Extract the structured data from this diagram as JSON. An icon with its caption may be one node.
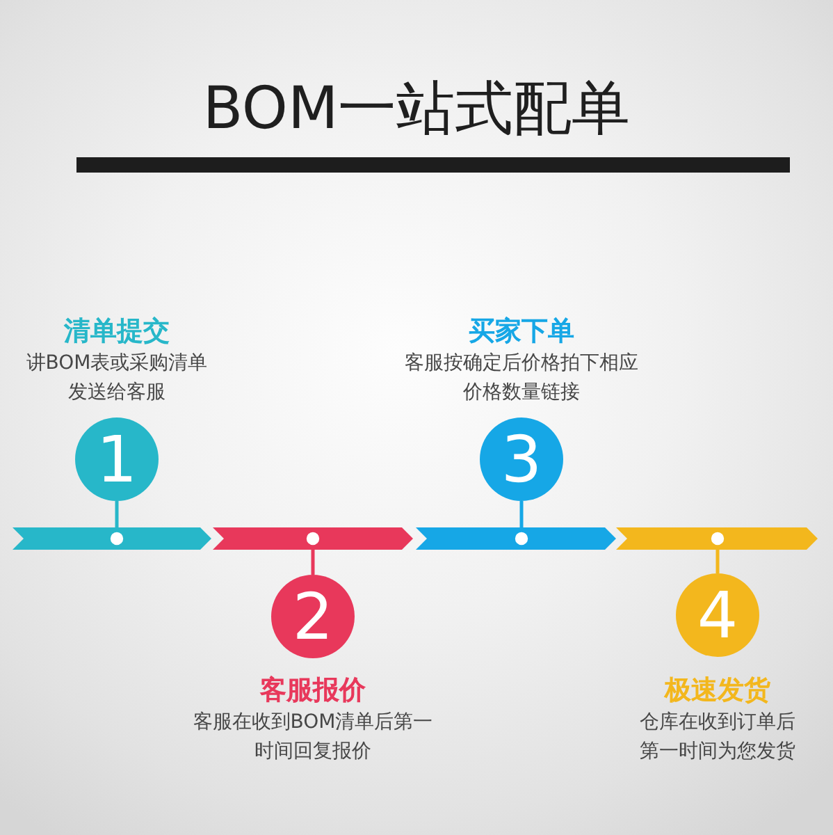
{
  "diagram": {
    "title": "BOM一站式配单",
    "nodes": [
      {
        "text": [
          "1"
        ],
        "beside": [
          "清单提交",
          "讲BOM表或采购清单发送给客服"
        ]
      },
      {
        "text": [
          "2"
        ],
        "beside": [
          "客服报价",
          "客服在收到BOM清单后第一时间回复报价"
        ]
      },
      {
        "text": [
          "3"
        ],
        "beside": [
          "买家下单",
          "客服按确定后价格拍下相应价格数量链接"
        ]
      },
      {
        "text": [
          "4"
        ],
        "beside": [
          "极速发货",
          "仓库在收到订单后第一时间为您发货"
        ]
      },
      {
        "text": [],
        "shape": "bar"
      },
      {
        "text": [],
        "shape": "bar"
      },
      {
        "text": [],
        "shape": "bar"
      },
      {
        "text": [],
        "shape": "bar"
      }
    ],
    "edges": [
      {
        "from": 4,
        "to": 0,
        "arrow": "none",
        "color": "#27b7c9"
      },
      {
        "from": 5,
        "to": 1,
        "arrow": "none",
        "color": "#e8385b"
      },
      {
        "from": 6,
        "to": 2,
        "arrow": "none",
        "color": "#16a7e6"
      },
      {
        "from": 7,
        "to": 3,
        "arrow": "none",
        "color": "#f3b71d"
      }
    ]
  }
}
